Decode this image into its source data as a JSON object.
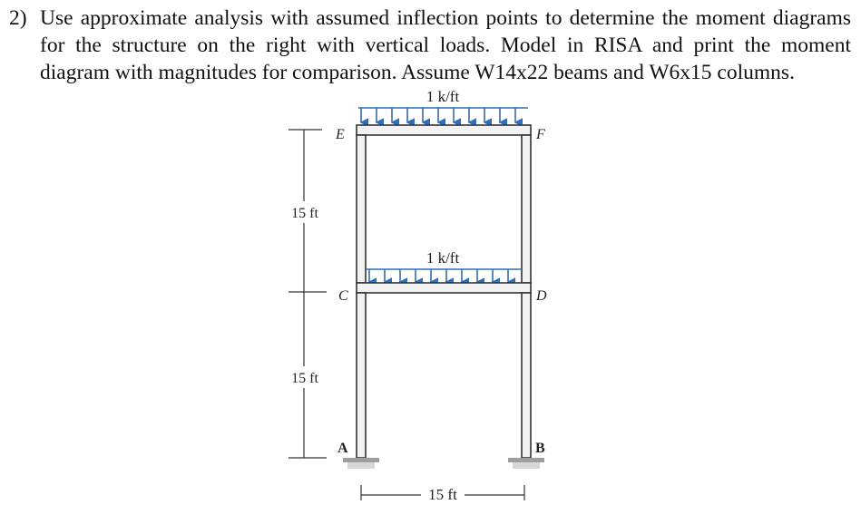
{
  "problem": {
    "number": "2)",
    "lines": [
      "Use approximate analysis with assumed inflection points to determine the moment diagrams",
      "for the structure on the right with vertical loads. Model in RISA and print the moment",
      "diagram with magnitudes for comparison. Assume W14x22 beams and W6x15 columns."
    ]
  },
  "figure": {
    "top_load_label": "1 k/ft",
    "mid_load_label": "1 k/ft",
    "nodes": {
      "E": "E",
      "F": "F",
      "C": "C",
      "D": "D",
      "A": "A",
      "B": "B"
    },
    "upper_height": "15 ft",
    "lower_height": "15 ft",
    "span": "15 ft"
  },
  "colors": {
    "load_arrow": "#2f6db5",
    "member_fill": "#f2f2f2",
    "member_stroke": "#333333",
    "support": "#bdbdbd"
  }
}
